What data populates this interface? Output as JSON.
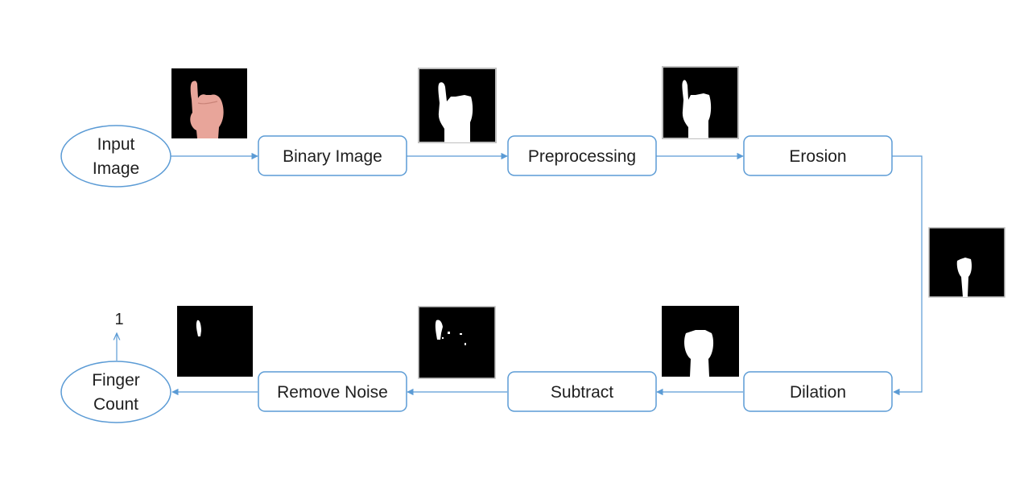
{
  "diagram": {
    "start": {
      "line1": "Input",
      "line2": "Image"
    },
    "end": {
      "line1": "Finger",
      "line2": "Count"
    },
    "steps": {
      "binary": "Binary Image",
      "preprocessing": "Preprocessing",
      "erosion": "Erosion",
      "dilation": "Dilation",
      "subtract": "Subtract",
      "remove_noise": "Remove Noise"
    },
    "result": "1",
    "colors": {
      "stroke": "#5b9bd5",
      "text": "#1f1f1f",
      "thumb_bg": "#000000",
      "thumb_fg": "#ffffff",
      "skin": "#e8a59a"
    }
  }
}
